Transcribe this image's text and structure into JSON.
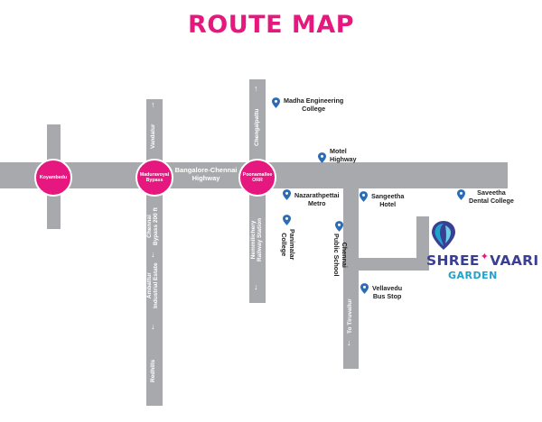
{
  "title": "ROUTE MAP",
  "colors": {
    "accent": "#e6177e",
    "road": "#a7a9ac",
    "pin": "#2b6cb5",
    "logo_dark": "#3a3f94",
    "logo_teal": "#22a2c9"
  },
  "junctions": {
    "koyambedu": "Koyambedu",
    "maduravoyal": [
      "Maduravoyal",
      "Bypass"
    ],
    "poonamallee": [
      "Poonamallee",
      "ORR"
    ]
  },
  "roads": {
    "highway": [
      "Bangalore-Chennai",
      "Highway"
    ],
    "vandalur": "Vandalur",
    "chennai_bypass": [
      "Chennai",
      "Bypass 200 ft"
    ],
    "ambattur": [
      "Ambattur",
      "Industrial Estate"
    ],
    "redhills": "Redhills",
    "chengalpattu": "Chengalpattu",
    "nemilichery": [
      "Nemmilichery",
      "Railway Station"
    ],
    "tiruvallur": "To Tiruvallur"
  },
  "landmarks": {
    "madha": [
      "Madha Engineering",
      "College"
    ],
    "motel": [
      "Motel",
      "Highway"
    ],
    "nazarath": [
      "Nazarathpettai",
      "Metro"
    ],
    "sangeetha": [
      "Sangeetha",
      "Hotel"
    ],
    "saveetha": [
      "Saveetha",
      "Dental College"
    ],
    "panimalar": [
      "Panimalar",
      "College"
    ],
    "chennai_public": [
      "Chennai",
      "Public School"
    ],
    "vellavedu": [
      "Vellavedu",
      "Bus Stop"
    ]
  },
  "logo": {
    "line1_part1": "SHREE",
    "line1_part2": "VAARI",
    "line2": "GARDEN"
  }
}
